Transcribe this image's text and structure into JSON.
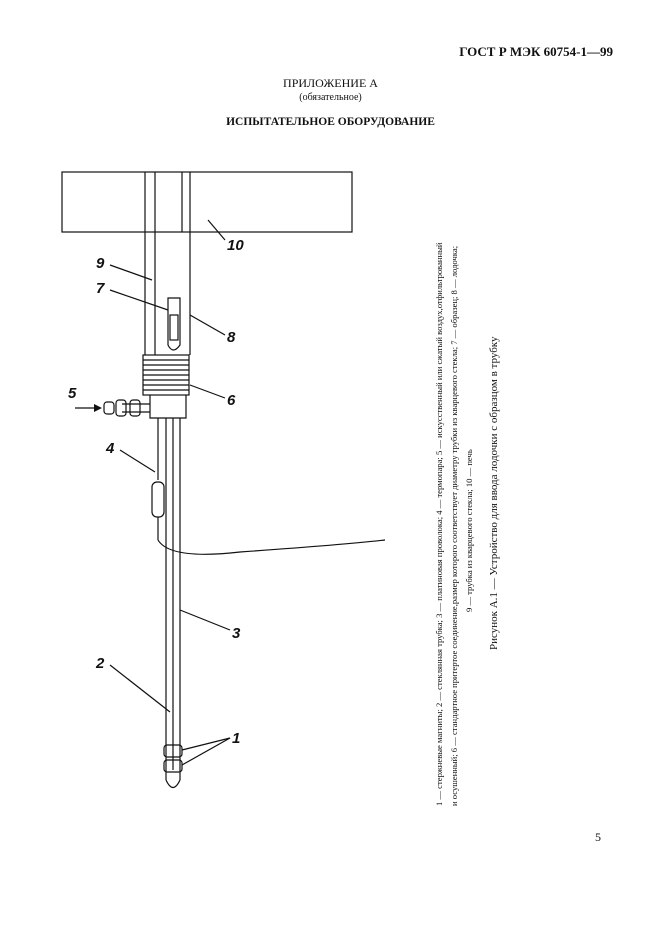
{
  "header": {
    "doc_code": "ГОСТ Р МЭК 60754-1—99"
  },
  "appendix": {
    "title": "ПРИЛОЖЕНИЕ А",
    "subtitle": "(обязательное)"
  },
  "section": {
    "title": "ИСПЫТАТЕЛЬНОЕ ОБОРУДОВАНИЕ"
  },
  "drawing": {
    "labels": [
      "1",
      "2",
      "3",
      "4",
      "5",
      "6",
      "7",
      "8",
      "9",
      "10"
    ]
  },
  "legend": {
    "line1": "1 — стержневые магниты; 2 — стеклянная трубка; 3 — платиновая проволока; 4 — термопара; 5 — искусственный или сжатый воздух,отфильтрованный",
    "line2": "и осушенный; 6 — стандартное притертое соединение,размер которого соответствует диаметру трубки из кварцевого стекла; 7 — образец; 8 — лодочка;",
    "line3": "9 — трубка из кварцевого стекла; 10 — печь"
  },
  "caption": "Рисунок А.1 — Устройство для ввода лодочки с образцом в трубку",
  "page_number": "5"
}
